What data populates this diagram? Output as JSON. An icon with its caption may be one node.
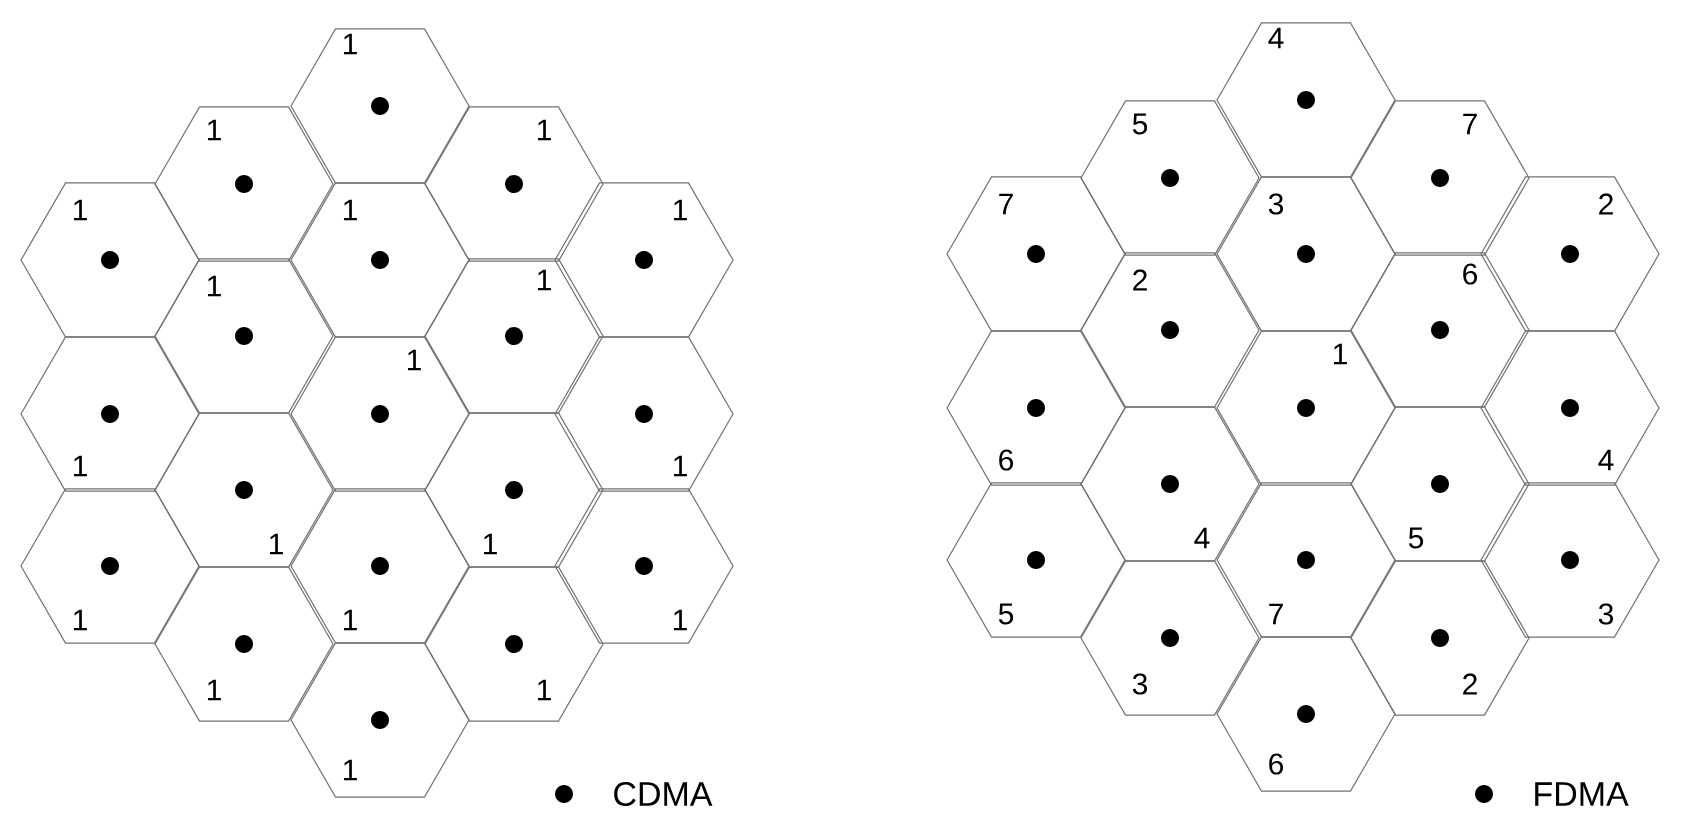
{
  "diagram": {
    "nodes": [
      {
        "text": [
          "1"
        ]
      },
      {
        "text": [
          "1"
        ]
      },
      {
        "text": [
          "1"
        ]
      },
      {
        "text": [
          "1"
        ]
      },
      {
        "text": [
          "1"
        ]
      },
      {
        "text": [
          "1"
        ]
      },
      {
        "text": [
          "1"
        ]
      },
      {
        "text": [
          "1"
        ]
      },
      {
        "text": [
          "1"
        ]
      },
      {
        "text": [
          "1"
        ]
      },
      {
        "text": [
          "1"
        ]
      },
      {
        "text": [
          "1"
        ]
      },
      {
        "text": [
          "1"
        ]
      },
      {
        "text": [
          "1"
        ]
      },
      {
        "text": [
          "1"
        ]
      },
      {
        "text": [
          "1"
        ]
      },
      {
        "text": [
          "1"
        ]
      },
      {
        "text": [
          "1"
        ]
      },
      {
        "text": [
          "1"
        ]
      },
      {
        "text": [
          "4"
        ]
      },
      {
        "text": [
          "5"
        ]
      },
      {
        "text": [
          "7"
        ]
      },
      {
        "text": [
          "7"
        ]
      },
      {
        "text": [
          "3"
        ]
      },
      {
        "text": [
          "2"
        ]
      },
      {
        "text": [
          "2"
        ]
      },
      {
        "text": [
          "6"
        ]
      },
      {
        "text": [
          "6"
        ]
      },
      {
        "text": [
          "1"
        ]
      },
      {
        "text": [
          "4"
        ]
      },
      {
        "text": [
          "4"
        ]
      },
      {
        "text": [
          "5"
        ]
      },
      {
        "text": [
          "5"
        ]
      },
      {
        "text": [
          "7"
        ]
      },
      {
        "text": [
          "3"
        ]
      },
      {
        "text": [
          "3"
        ]
      },
      {
        "text": [
          "2"
        ]
      },
      {
        "text": [
          "6"
        ]
      }
    ],
    "legend": [
      {
        "text": "CDMA"
      },
      {
        "text": "FDMA"
      }
    ]
  }
}
